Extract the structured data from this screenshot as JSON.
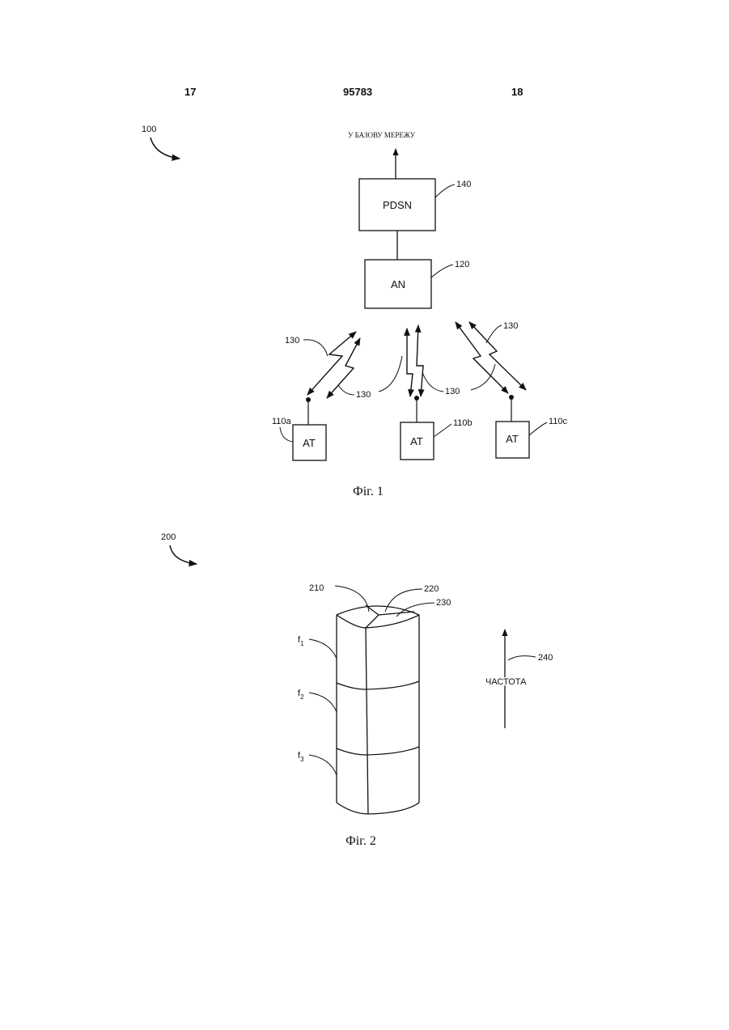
{
  "header": {
    "left_page": "17",
    "patent_number": "95783",
    "right_page": "18"
  },
  "fig1": {
    "ref": "100",
    "to_core": "У БАЗОВУ МЕРЕЖУ",
    "pdsn": {
      "label": "PDSN",
      "ref": "140"
    },
    "an": {
      "label": "AN",
      "ref": "120"
    },
    "link_ref": "130",
    "terminals": [
      {
        "label": "AT",
        "ref": "110a"
      },
      {
        "label": "AT",
        "ref": "110b"
      },
      {
        "label": "AT",
        "ref": "110c"
      }
    ],
    "caption": "Фіг. 1"
  },
  "fig2": {
    "ref": "200",
    "sector_refs": [
      "210",
      "220",
      "230"
    ],
    "freq_labels": [
      {
        "base": "f",
        "sub": "1"
      },
      {
        "base": "f",
        "sub": "2"
      },
      {
        "base": "f",
        "sub": "3"
      }
    ],
    "axis_label": "ЧАСТОТА",
    "axis_ref": "240",
    "caption": "Фіг. 2"
  }
}
